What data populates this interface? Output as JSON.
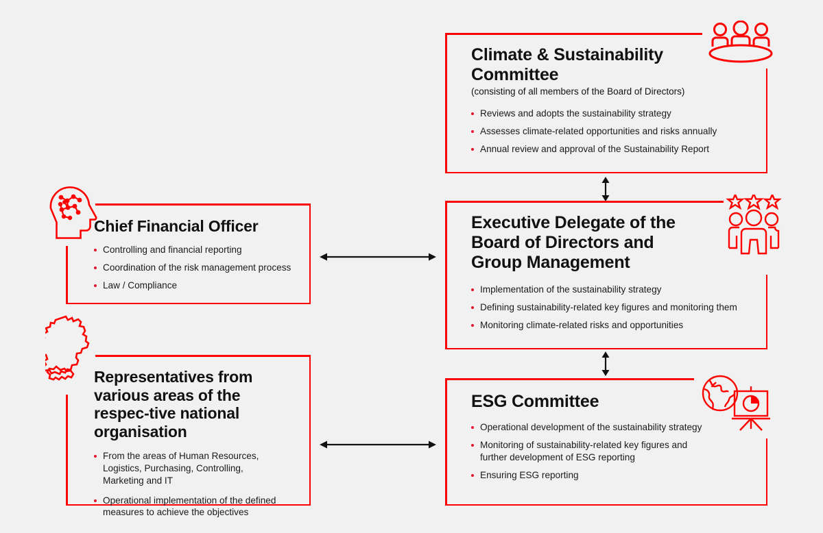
{
  "theme": {
    "background": "#f1f1f1",
    "accent_red": "#ff0000",
    "bullet_red": "#e8112d",
    "text": "#111111",
    "arrow": "#111111"
  },
  "nodes": {
    "climate_committee": {
      "title": "Climate & Sustainability Committee",
      "subtitle": "(consisting of all members of the Board of Directors)",
      "bullets": [
        "Reviews and adopts the sustainability strategy",
        "Assesses climate-related opportunities and risks annually",
        "Annual review and approval of the Sustainability Report"
      ],
      "icon": "three-people-round-table-icon"
    },
    "executive_delegate": {
      "title": "Executive Delegate of the Board of Directors and Group Management",
      "bullets": [
        "Implementation of the sustainability strategy",
        "Defining sustainability-related key figures and monitoring them",
        "Monitoring climate-related risks and opportunities"
      ],
      "icon": "three-people-three-stars-icon"
    },
    "esg_committee": {
      "title": "ESG Committee",
      "bullets": [
        "Operational development of the sustainability strategy",
        "Monitoring of sustainability-related key figures and further development of ESG reporting",
        "Ensuring ESG reporting"
      ],
      "icon": "globe-presentation-chart-icon"
    },
    "cfo": {
      "title": "Chief Financial Officer",
      "bullets": [
        "Controlling and financial reporting",
        "Coordination of the risk management process",
        "Law / Compliance"
      ],
      "icon": "head-brain-network-icon"
    },
    "representatives": {
      "title": "Representatives from various areas of the respec-tive national organisation",
      "bullets": [
        "From the areas of Human Resources, Logistics, Purchasing, Controlling, Marketing and IT",
        "Operational implementation of the defined measures to achieve the objectives"
      ],
      "icon": "germany-map-icon"
    }
  },
  "connectors": [
    {
      "name": "climate-to-executive",
      "type": "vertical-double-arrow"
    },
    {
      "name": "executive-to-esg",
      "type": "vertical-double-arrow"
    },
    {
      "name": "cfo-to-executive",
      "type": "horizontal-double-arrow"
    },
    {
      "name": "representatives-to-esg",
      "type": "horizontal-double-arrow"
    }
  ]
}
